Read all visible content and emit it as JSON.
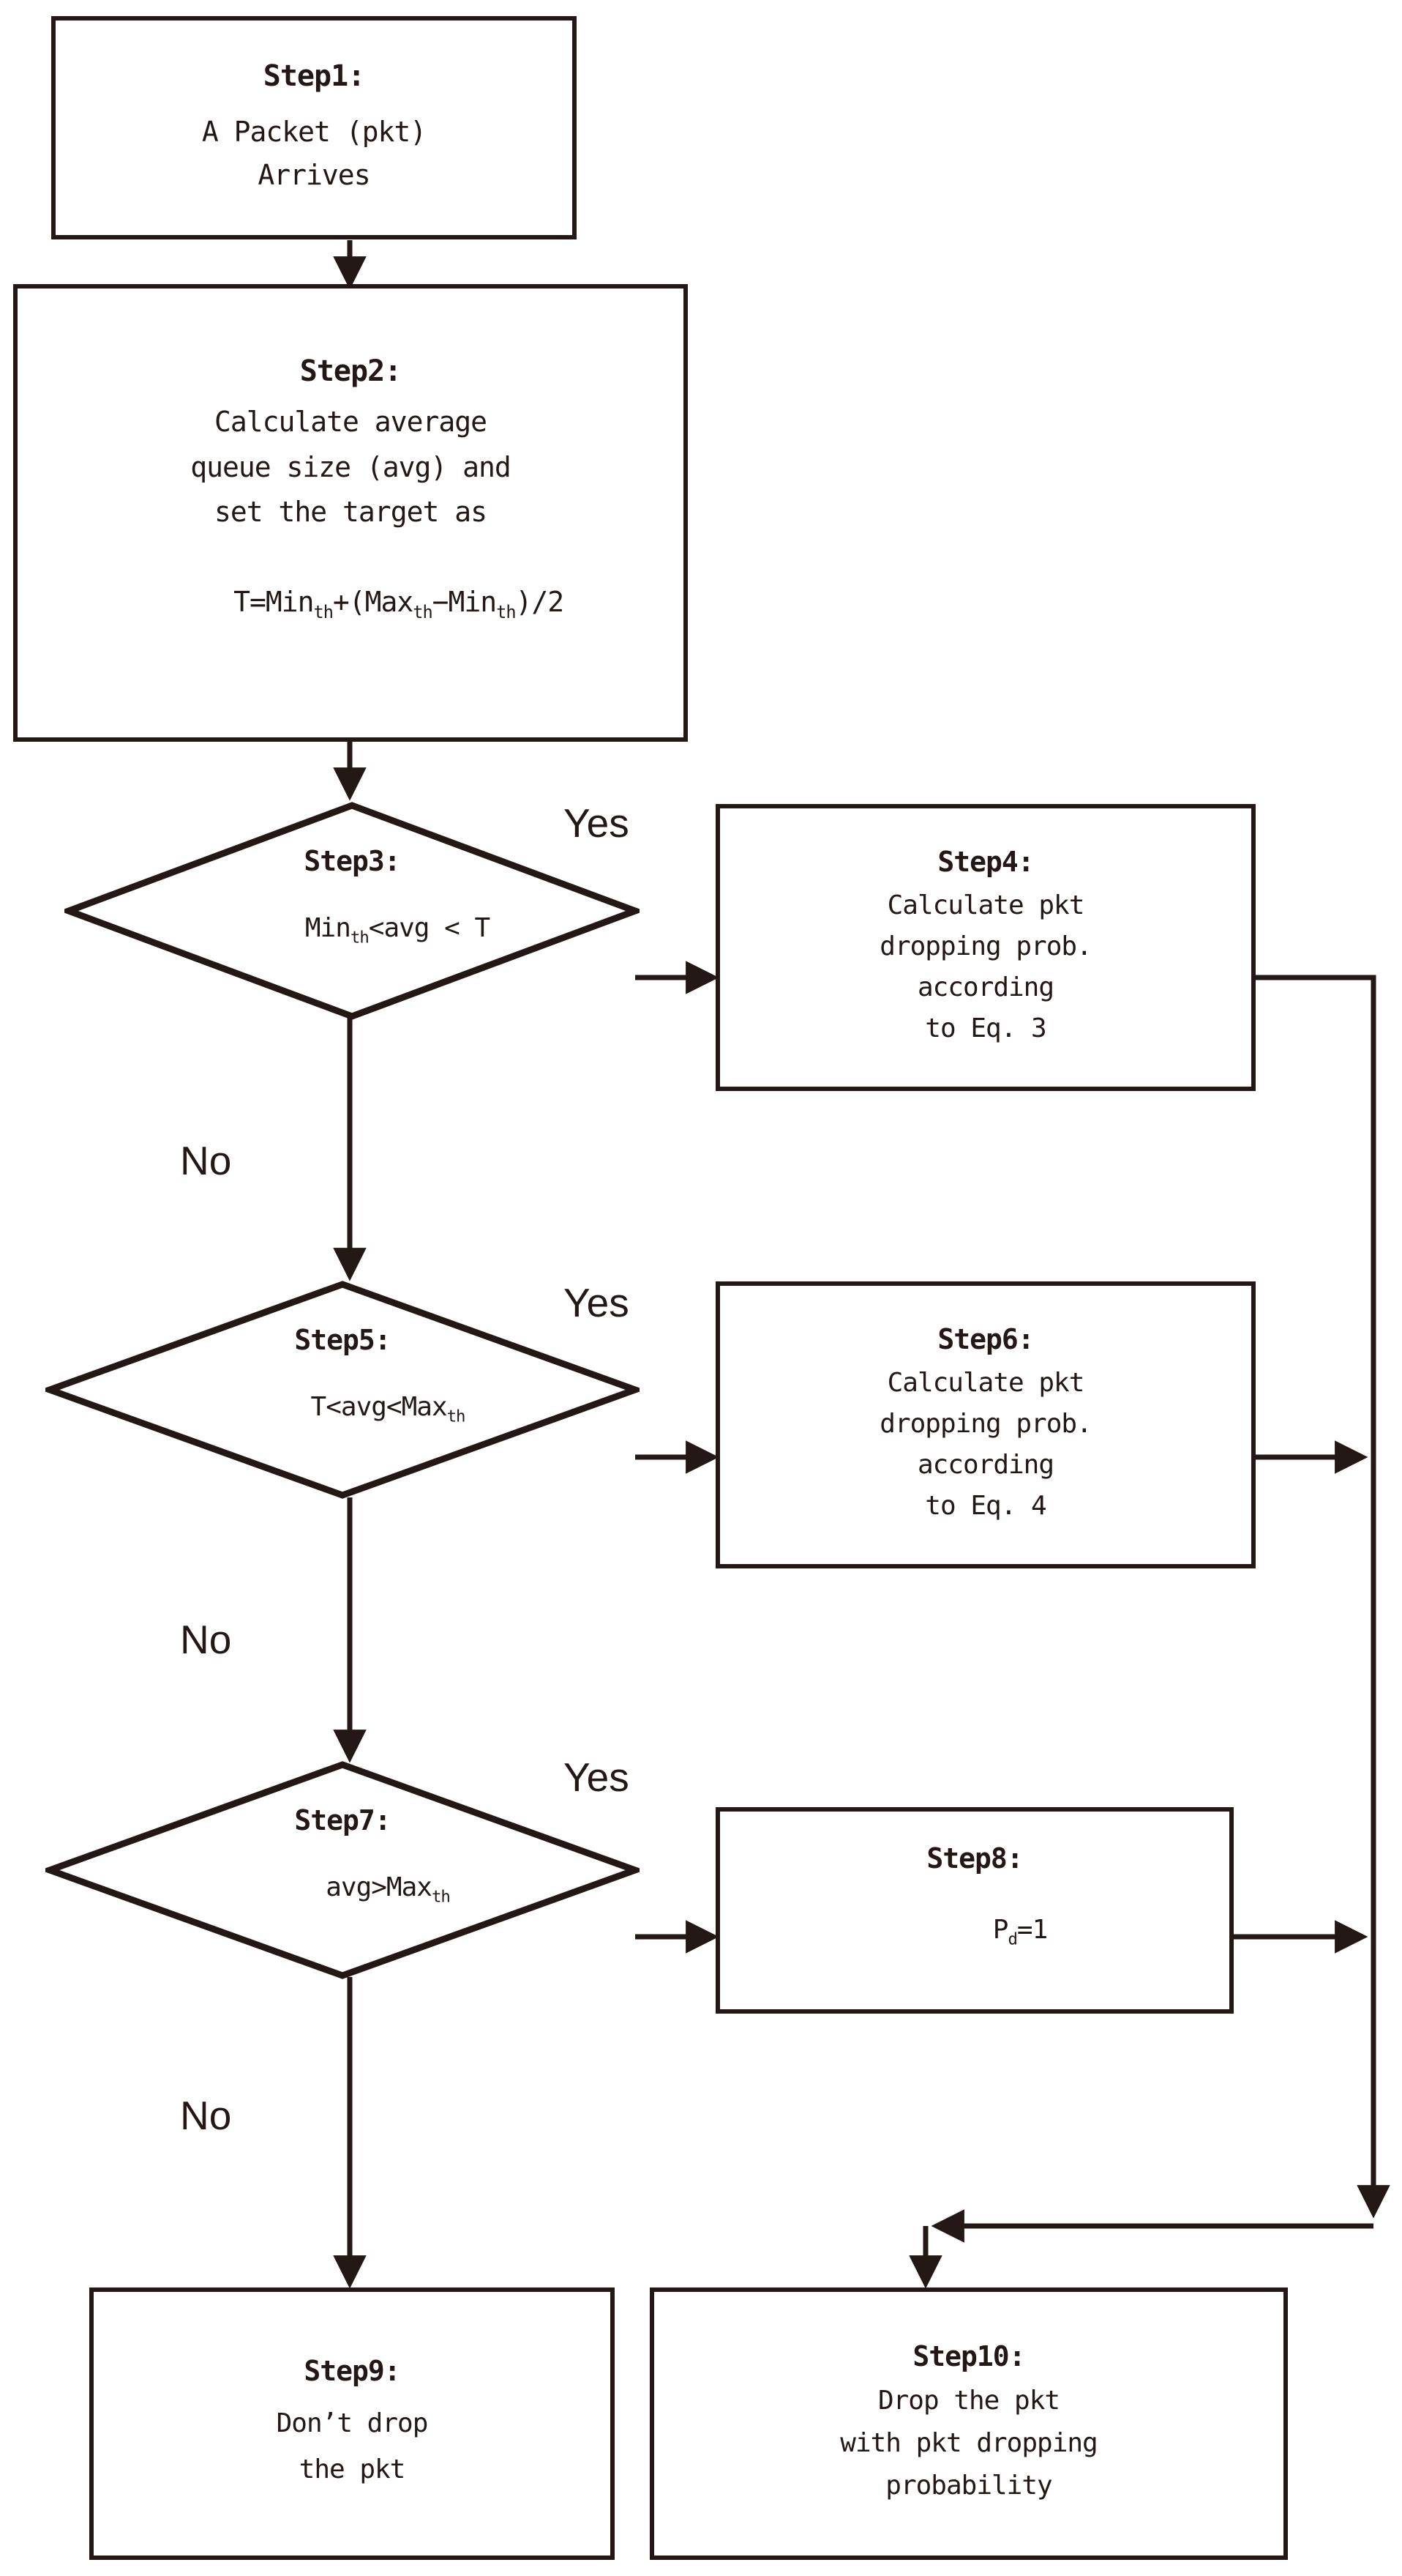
{
  "diagram": {
    "title": "RED packet dropping flowchart",
    "line_color": "#231815",
    "background": "#ffffff"
  },
  "nodes": [
    {
      "id": "step1",
      "shape": "process",
      "title": "Step1:",
      "lines": [
        "A Packet (pkt)",
        "Arrives"
      ]
    },
    {
      "id": "step2",
      "shape": "process",
      "title": "Step2:",
      "lines": [
        "Calculate average",
        "queue size (avg) and",
        "set the target as"
      ],
      "formula": {
        "prefix": "T=Min",
        "sub1": "th",
        "mid": "+(Max",
        "sub2": "th",
        "mid2": "−Min",
        "sub3": "th",
        "suffix": ")/2"
      }
    },
    {
      "id": "step3",
      "shape": "decision",
      "title": "Step3:",
      "condition": {
        "prefix": "Min",
        "sub1": "th",
        "suffix": "<avg < T"
      }
    },
    {
      "id": "step4",
      "shape": "process",
      "title": "Step4:",
      "lines": [
        "Calculate pkt",
        "dropping prob.",
        "according",
        "to Eq. 3"
      ]
    },
    {
      "id": "step5",
      "shape": "decision",
      "title": "Step5:",
      "condition": {
        "prefix": "T<avg<Max",
        "sub1": "th",
        "suffix": ""
      }
    },
    {
      "id": "step6",
      "shape": "process",
      "title": "Step6:",
      "lines": [
        "Calculate pkt",
        "dropping prob.",
        "according",
        "to Eq. 4"
      ]
    },
    {
      "id": "step7",
      "shape": "decision",
      "title": "Step7:",
      "condition": {
        "prefix": "avg>Max",
        "sub1": "th",
        "suffix": ""
      }
    },
    {
      "id": "step8",
      "shape": "process",
      "title": "Step8:",
      "formula": {
        "prefix": "P",
        "sub1": "d",
        "suffix": "=1"
      }
    },
    {
      "id": "step9",
      "shape": "process",
      "title": "Step9:",
      "lines": [
        "Don’t drop",
        "the pkt"
      ]
    },
    {
      "id": "step10",
      "shape": "process",
      "title": "Step10:",
      "lines": [
        "Drop the pkt",
        "with pkt dropping",
        "probability"
      ]
    }
  ],
  "branch_labels": {
    "yes3": "Yes",
    "yes5": "Yes",
    "yes7": "Yes",
    "no3": "No",
    "no5": "No",
    "no7": "No"
  }
}
